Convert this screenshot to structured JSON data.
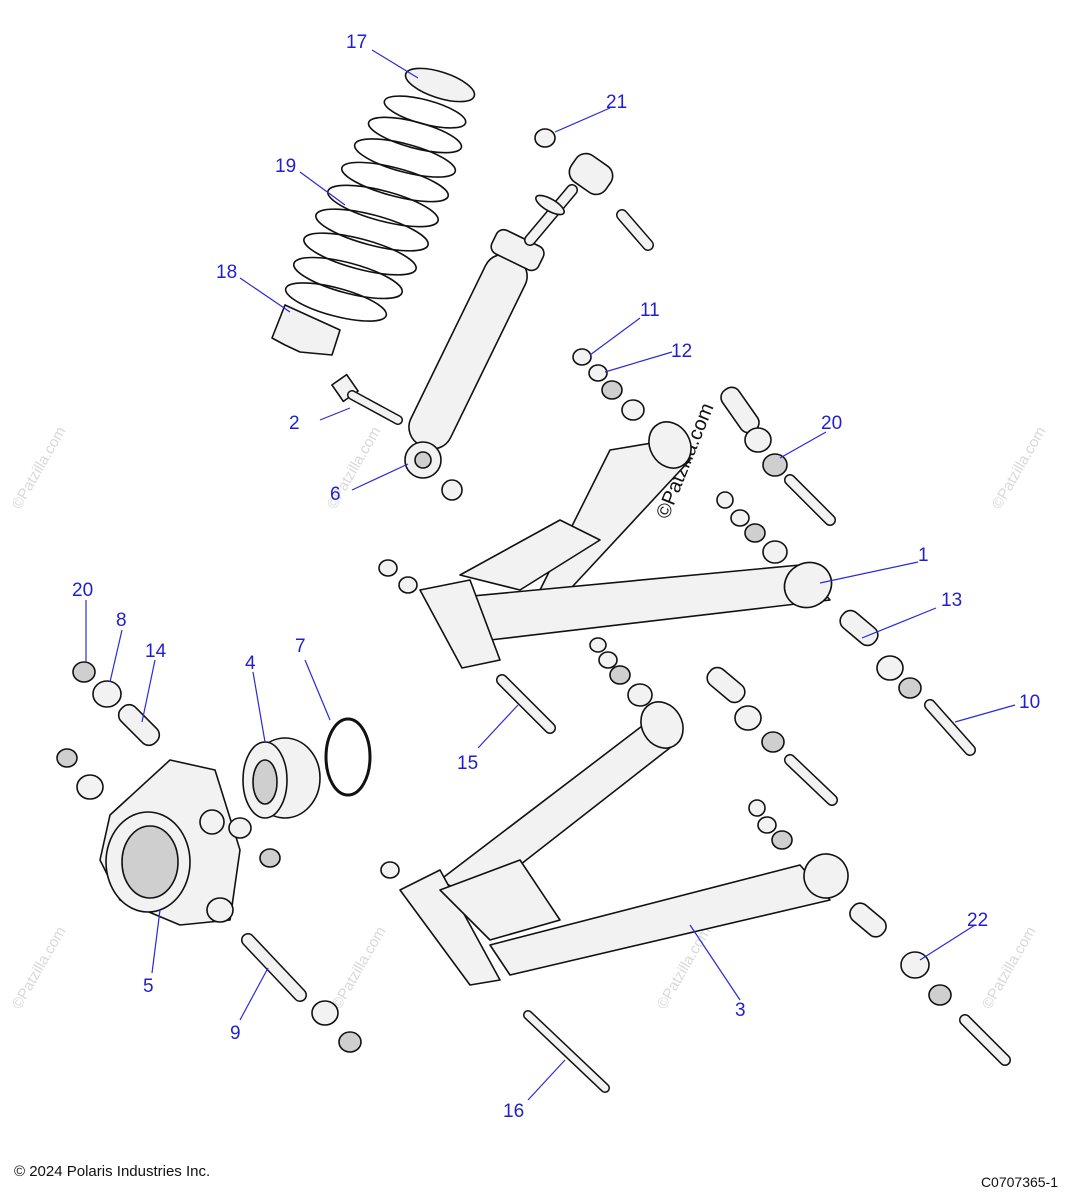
{
  "diagram": {
    "callouts": [
      "1",
      "2",
      "3",
      "4",
      "5",
      "6",
      "7",
      "8",
      "9",
      "10",
      "11",
      "12",
      "13",
      "14",
      "15",
      "16",
      "17",
      "18",
      "19",
      "20",
      "20",
      "21",
      "22"
    ],
    "watermark": "©Patzilla.com"
  },
  "footer": {
    "copyright": "© 2024 Polaris Industries Inc.",
    "figure_code": "C0707365-1"
  }
}
